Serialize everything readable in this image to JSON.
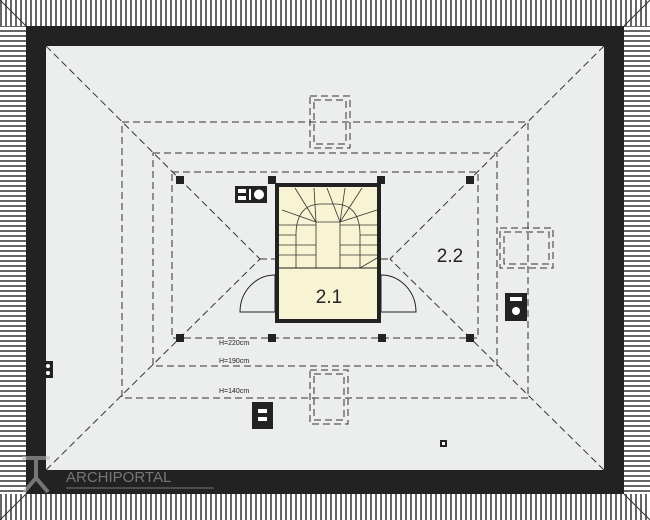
{
  "rooms": [
    {
      "id": "2.1",
      "label": "2.1",
      "fill": "#f8f3d2"
    },
    {
      "id": "2.2",
      "label": "2.2"
    }
  ],
  "heights": [
    "H=220cm",
    "H=190cm",
    "H=140cm"
  ],
  "watermark": "ARCHIPORTAL",
  "colors": {
    "wall": "#222222",
    "floor": "#eceeed",
    "stair": "#f8f3d2",
    "hatch": "#555555"
  }
}
